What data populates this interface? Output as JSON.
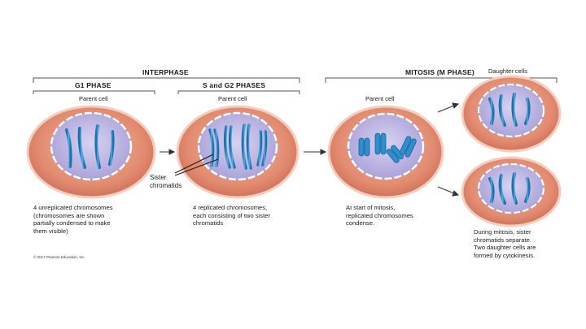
{
  "headers": {
    "interphase": "INTERPHASE",
    "mitosis": "MITOSIS (M PHASE)",
    "g1_phase": "G1 PHASE",
    "s_g2_phases": "S and G2 PHASES"
  },
  "labels": {
    "parent_cell": "Parent cell",
    "daughter_cells": "Daughter cells",
    "sister_chromatids": "Sister\nchromatids"
  },
  "descriptions": {
    "g1": "4 unreplicated chromosomes\n(chromosomes are shown\npartially condensed to make\nthem visible)",
    "s_g2": "4 replicated chromosomes,\neach consisting of two sister\nchromatids",
    "mitosis_start": "At start of mitosis,\nreplicated chromosomes\ncondense.",
    "daughters": "During mitosis, sister\nchromatids separate.\nTwo daughter cells are\nformed by cytokinesis."
  },
  "copyright": "© 2017 Pearson Education, Inc.",
  "colors": {
    "cytoplasm": "#e08a6e",
    "membrane": "#f4c3b2",
    "nucleus": "#b9b2e0",
    "chromosome": "#2e8fcf"
  }
}
